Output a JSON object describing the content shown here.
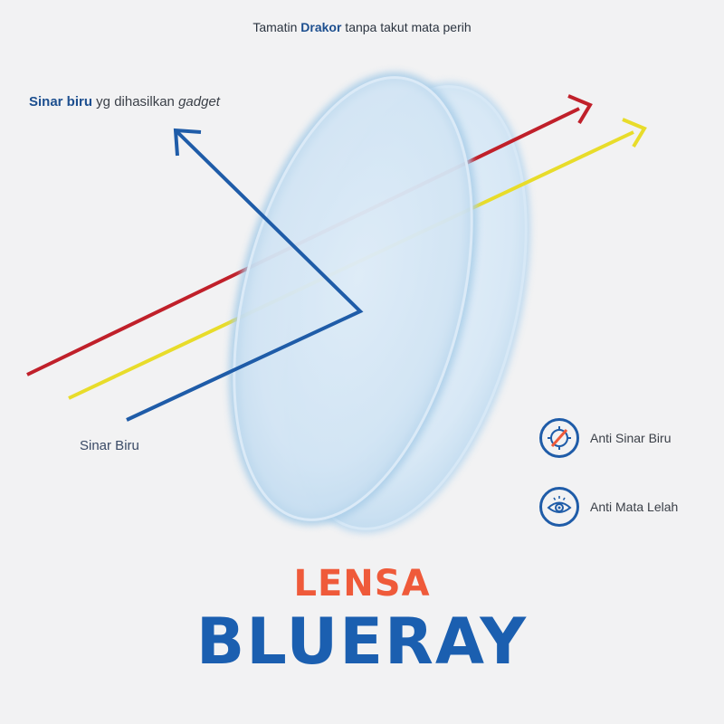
{
  "header": {
    "tagline_prefix": "Tamatin ",
    "tagline_bold": "Drakor",
    "tagline_suffix": " tanpa takut mata perih"
  },
  "diagram": {
    "caption_bold": "Sinar biru",
    "caption_middle": " yg dihasilkan ",
    "caption_italic": "gadget",
    "incoming_label": "Sinar Biru",
    "colors": {
      "red_ray": "#c0202a",
      "yellow_ray": "#e8dc2a",
      "blue_ray": "#1f5ca8",
      "lens_edge": "#a9cde8"
    }
  },
  "features": [
    {
      "icon": "no-blue-light-icon",
      "label": "Anti Sinar Biru"
    },
    {
      "icon": "eye-icon",
      "label": "Anti Mata Lelah"
    }
  ],
  "brand": {
    "line1": "LENSA",
    "line2": "BLUERAY",
    "colors": {
      "line1": "#ef5a3a",
      "line2": "#1b5fb0"
    }
  }
}
